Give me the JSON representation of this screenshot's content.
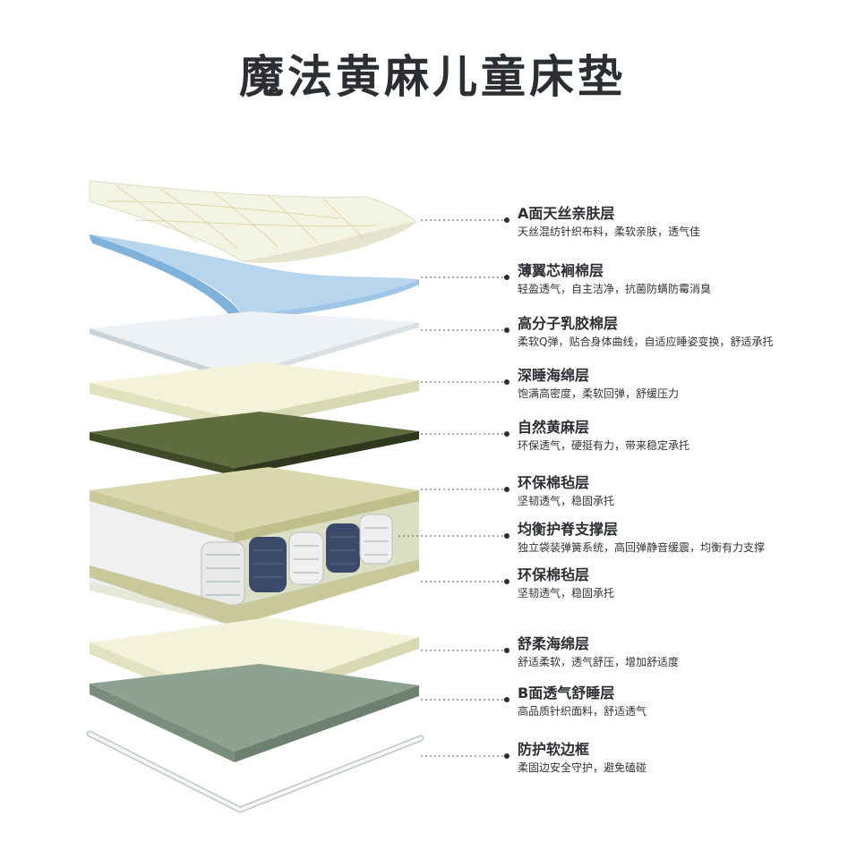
{
  "title": "魔法黄麻儿童床垫",
  "layers": [
    {
      "title": "A面天丝亲肤层",
      "desc": "天丝混纺针织布料，柔软亲肤，透气佳"
    },
    {
      "title": "薄翼芯裥棉层",
      "desc": "轻盈透气，自主洁净，抗菌防螨防霉消臭"
    },
    {
      "title": "高分子乳胶棉层",
      "desc": "柔软Q弹，贴合身体曲线，自适应睡姿变换，舒适承托"
    },
    {
      "title": "深睡海绵层",
      "desc": "饱满高密度，柔软回弹，舒缓压力"
    },
    {
      "title": "自然黄麻层",
      "desc": "环保透气，硬挺有力，带来稳定承托"
    },
    {
      "title": "环保棉毡层",
      "desc": "坚韧透气，稳固承托"
    },
    {
      "title": "均衡护脊支撑层",
      "desc": "独立袋装弹簧系统，高回弹静音缓震，均衡有力支撑"
    },
    {
      "title": "环保棉毡层",
      "desc": "坚韧透气，稳固承托"
    },
    {
      "title": "舒柔海绵层",
      "desc": "舒适柔软，透气舒压，增加舒适度"
    },
    {
      "title": "B面透气舒睡层",
      "desc": "高品质针织面料，舒适透气"
    },
    {
      "title": "防护软边框",
      "desc": "柔固边安全守护，避免磕碰"
    }
  ],
  "colors": {
    "title": "#2b2f31",
    "leader": "#555555",
    "tencel_top": "#f3f3e6",
    "wadding_top": "#a9cdea",
    "latex_top": "#e9edef",
    "foam_top": "#f1f2d6",
    "jute_top": "#5d6a3c",
    "felt_top": "#d6d6a8",
    "spring_dark": "#3b4a6b",
    "spring_light": "#f0f0f0",
    "soft_foam_top": "#f1f2d6",
    "b_face_top": "#8da08e",
    "frame": "#cfd6d8"
  }
}
